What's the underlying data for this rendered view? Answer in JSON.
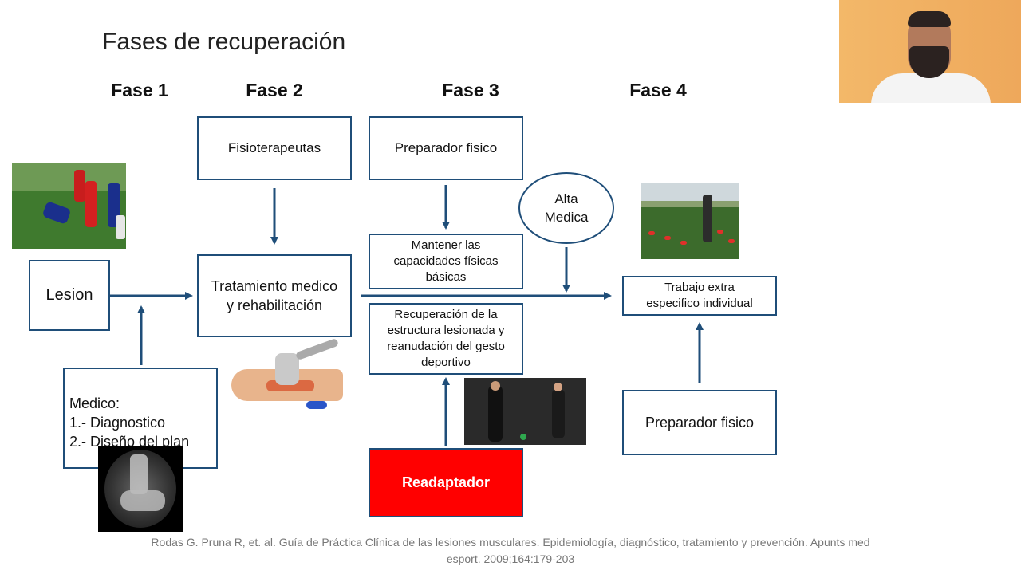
{
  "slide": {
    "title": "Fases de recuperación",
    "phases": [
      "Fase 1",
      "Fase 2",
      "Fase 3",
      "Fase 4"
    ]
  },
  "boxes": {
    "lesion": "Lesion",
    "medico": "Medico:\n1.- Diagnostico\n2.- Diseño del plan",
    "fisioterapeutas": "Fisioterapeutas",
    "tratamiento": "Tratamiento medico\ny rehabilitación",
    "preparador_fase3": "Preparador fisico",
    "mantener": "Mantener las\ncapacidades físicas\nbásicas",
    "recuperacion": "Recuperación de la\nestructura lesionada y\nreanudación del gesto\ndeportivo",
    "readaptador": "Readaptador",
    "alta_medica": "Alta\nMedica",
    "trabajo_extra": "Trabajo extra\nespecifico individual",
    "preparador_fase4": "Preparador fisico"
  },
  "citation": {
    "line1": "Rodas G. Pruna R, et. al. Guía de Práctica Clínica de las lesiones musculares. Epidemiología, diagnóstico, tratamiento y prevención. Apunts med",
    "line2": "esport. 2009;164:179-203"
  },
  "colors": {
    "box_border": "#1f4e79",
    "arrow": "#1f4e79",
    "readaptador_fill": "#ff0000"
  },
  "images": {
    "soccer_photo": "soccer-injury-photo",
    "xray_photo": "ankle-xray-photo",
    "therapy_photo": "ultrasound-therapy-photo",
    "training_photo": "gym-training-photo",
    "field_photo": "field-drill-photo",
    "webcam": "presenter-webcam"
  }
}
